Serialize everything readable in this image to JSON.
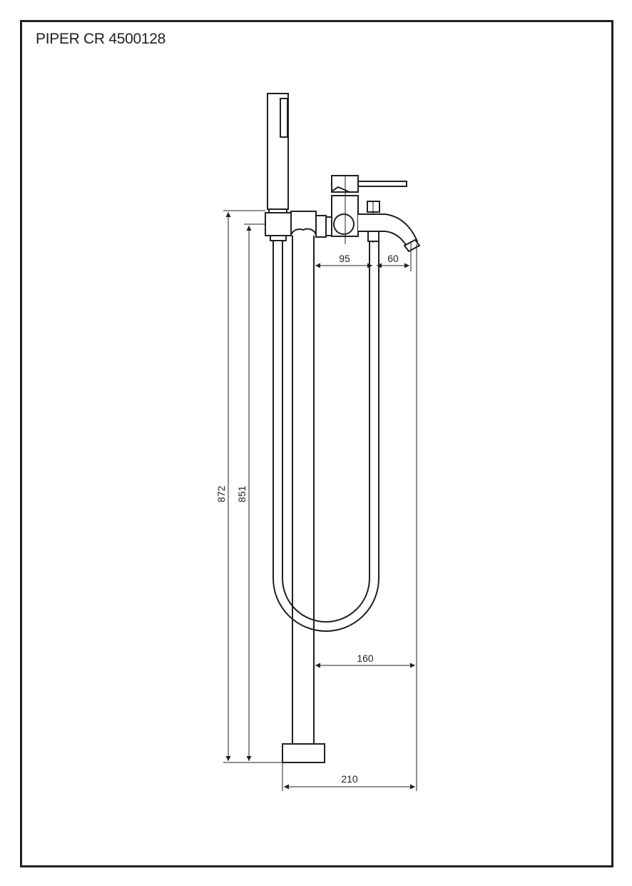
{
  "title": "PIPER CR 4500128",
  "colors": {
    "line": "#231f20",
    "background": "#ffffff"
  },
  "dimensions": {
    "total_height": "872",
    "spout_height": "851",
    "spout_offset_from_body": "95",
    "spout_tip": "60",
    "spout_reach": "160",
    "base_reach": "210"
  }
}
